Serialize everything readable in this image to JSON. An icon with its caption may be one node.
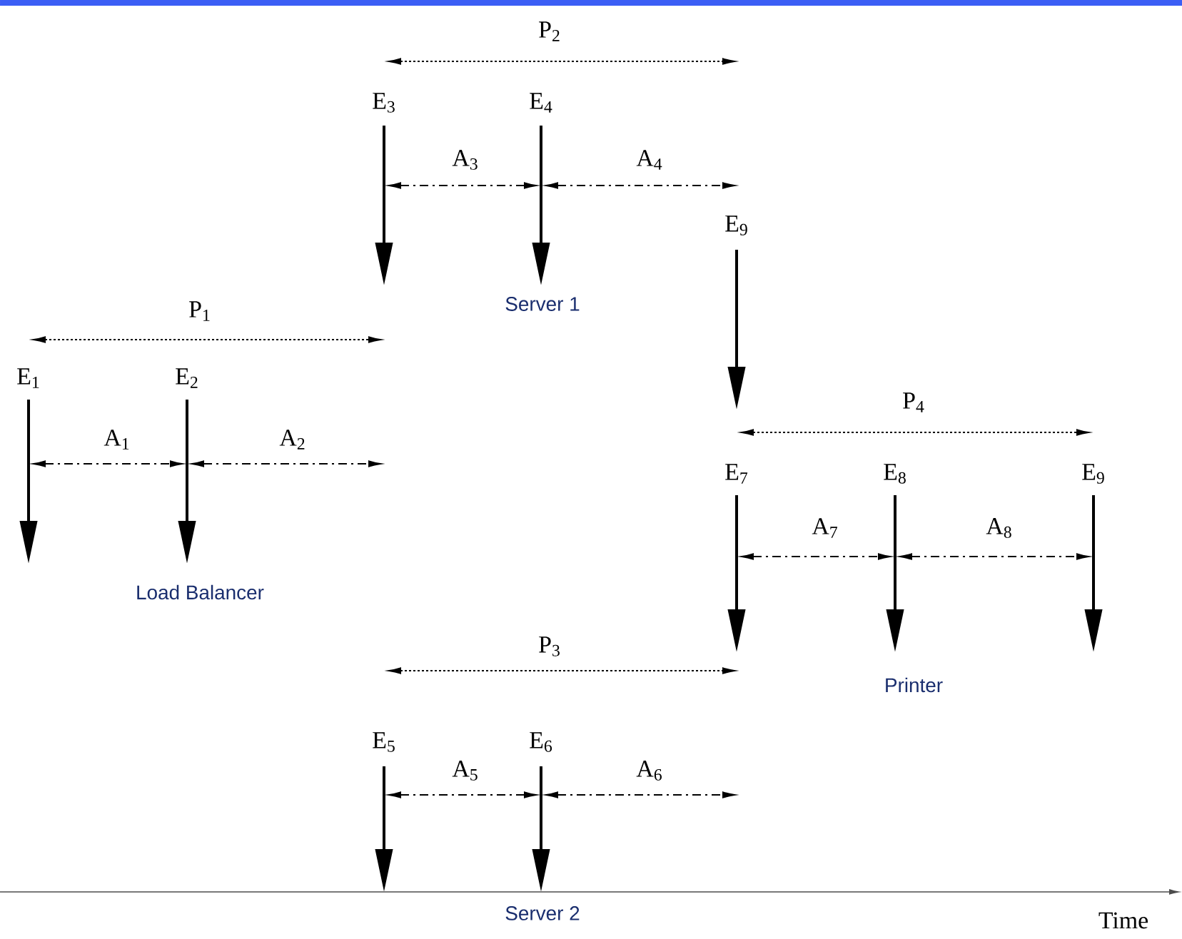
{
  "diagram": {
    "labels": [
      "P$_{2}$",
      "E$_{3}$",
      "E$_{4}$",
      "A$_{3}$",
      "A$_{4}$",
      "E$_{9}$",
      "Server 1",
      "P$_{1}$",
      "E$_{1}$",
      "E$_{2}$",
      "A$_{1}$",
      "A$_{2}$",
      "Load Balancer",
      "P$_{4}$",
      "E$_{7}$",
      "E$_{8}$",
      "E$_{9}$",
      "A$_{7}$",
      "A$_{8}$",
      "Printer",
      "P$_{3}$",
      "E$_{5}$",
      "E$_{6}$",
      "A$_{5}$",
      "A$_{6}$",
      "Server 2",
      "Time"
    ]
  }
}
